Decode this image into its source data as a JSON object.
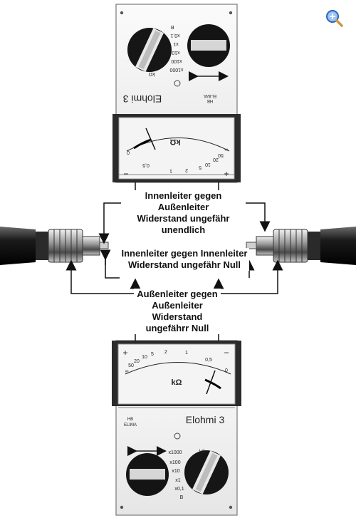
{
  "meter_top": {
    "title": "Elohmi 3",
    "brand_small": "HB",
    "brand": "ELIMA",
    "unit": "kΩ",
    "range_labels": [
      "B",
      "x0,1",
      "x1",
      "x10",
      "x100",
      "x1000",
      "kΩ"
    ],
    "scale_ticks": [
      "∞",
      "50",
      "20",
      "10",
      "5",
      "2",
      "1",
      "0,5",
      "0"
    ],
    "plus": "+",
    "minus": "−"
  },
  "meter_bottom": {
    "title": "Elohmi 3",
    "brand_small": "HB",
    "brand": "ELIMA",
    "unit": "kΩ",
    "range_labels": [
      "x1000",
      "x100",
      "x10",
      "x1",
      "x0,1",
      "B"
    ],
    "range_unit": "kΩ",
    "scale_ticks": [
      "∞",
      "50",
      "20",
      "10",
      "5",
      "2",
      "1",
      "0,5",
      "0"
    ],
    "plus": "+",
    "minus": "−"
  },
  "labels": {
    "top": [
      "Innenleiter gegen",
      "Außenleiter",
      "Widerstand ungefähr unendlich"
    ],
    "middle": [
      "Innenleiter gegen Innenleiter",
      "Widerstand ungefähr Null"
    ],
    "bottom": [
      "Außenleiter gegen",
      "Außenleiter",
      "Widerstand",
      "ungefährr Null"
    ]
  }
}
